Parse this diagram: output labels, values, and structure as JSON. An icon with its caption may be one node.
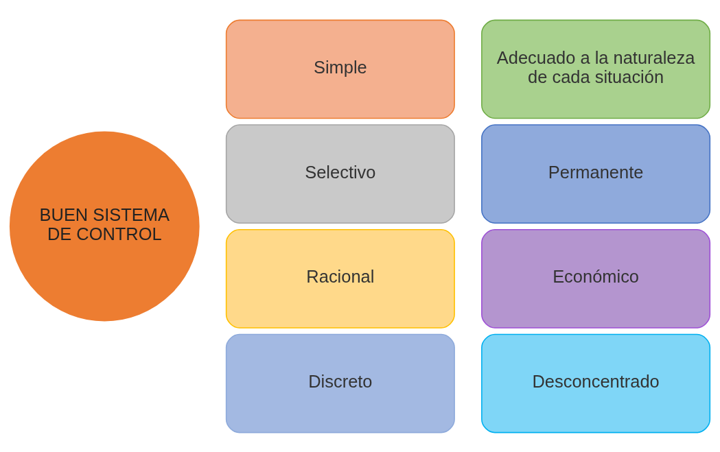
{
  "diagram": {
    "nodes": [
      {
        "text": [
          "BUEN SISTEMA DE CONTROL"
        ]
      },
      {
        "text": [
          "Simple"
        ]
      },
      {
        "text": [
          "Adecuado a la naturaleza de cada situación"
        ]
      },
      {
        "text": [
          "Selectivo"
        ]
      },
      {
        "text": [
          "Permanente"
        ]
      },
      {
        "text": [
          "Racional"
        ]
      },
      {
        "text": [
          "Económico"
        ]
      },
      {
        "text": [
          "Discreto"
        ]
      },
      {
        "text": [
          "Desconcentrado"
        ]
      }
    ]
  }
}
